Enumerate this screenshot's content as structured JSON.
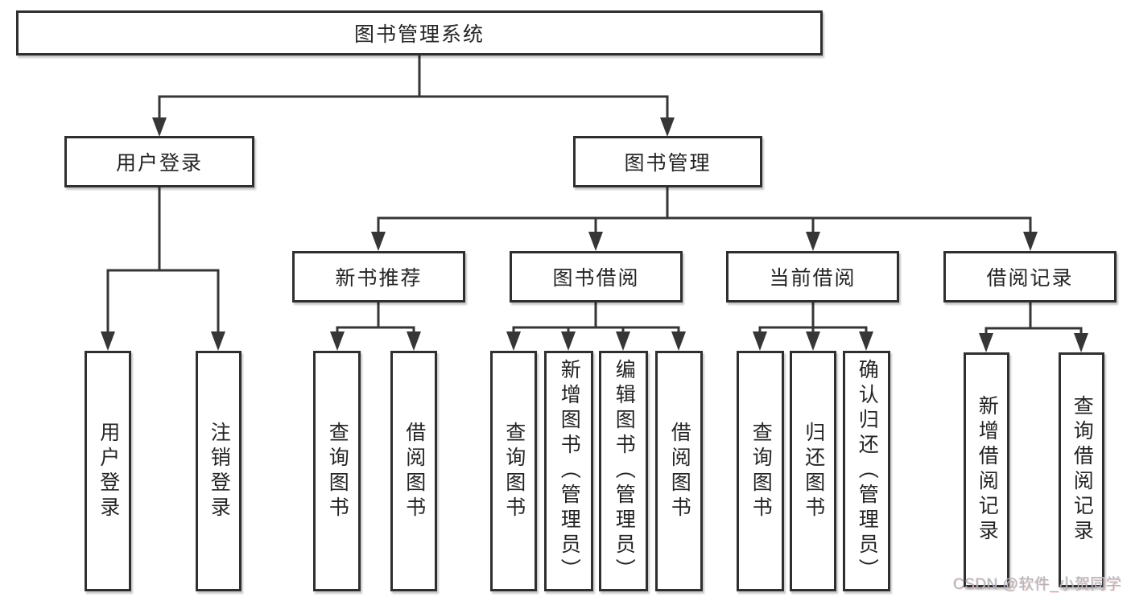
{
  "colors": {
    "background": "#ffffff",
    "line": "#363636",
    "box_border": "#2f2f2f",
    "text": "#242424",
    "watermark": "#b5b5b5"
  },
  "tree": {
    "label": "图书管理系统",
    "children": [
      {
        "label": "用户登录",
        "children": [
          {
            "label": "用户登录"
          },
          {
            "label": "注销登录"
          }
        ]
      },
      {
        "label": "图书管理",
        "children": [
          {
            "label": "新书推荐",
            "children": [
              {
                "label": "查询图书"
              },
              {
                "label": "借阅图书"
              }
            ]
          },
          {
            "label": "图书借阅",
            "children": [
              {
                "label": "查询图书"
              },
              {
                "label": "新增图书（管理员）"
              },
              {
                "label": "编辑图书（管理员）"
              },
              {
                "label": "借阅图书"
              }
            ]
          },
          {
            "label": "当前借阅",
            "children": [
              {
                "label": "查询图书"
              },
              {
                "label": "归还图书"
              },
              {
                "label": "确认归还（管理员）"
              }
            ]
          },
          {
            "label": "借阅记录",
            "children": [
              {
                "label": "新增借阅记录"
              },
              {
                "label": "查询借阅记录"
              }
            ]
          }
        ]
      }
    ]
  },
  "watermark": {
    "text": "CSDN @软件_小贺同学"
  }
}
